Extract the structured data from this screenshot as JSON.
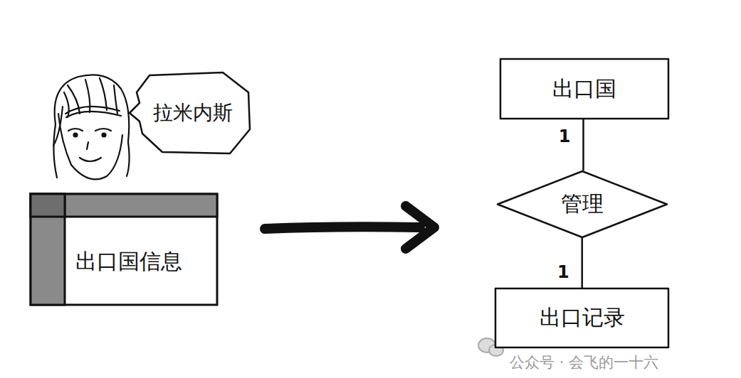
{
  "diagram": {
    "nodes": [
      {
        "text": [
          "拉米内斯"
        ]
      },
      {
        "text": [
          "出口国信息"
        ]
      },
      {
        "text": [
          "出口国"
        ]
      },
      {
        "text": [
          "管理"
        ]
      },
      {
        "text": [
          "出口记录"
        ]
      }
    ],
    "edges": [
      {
        "from": 2,
        "to": 3,
        "arrow": "none",
        "label": "1"
      },
      {
        "from": 3,
        "to": 4,
        "arrow": "none",
        "label": "1"
      }
    ],
    "labels": [
      "公众号 · 会飞的一十六"
    ]
  }
}
